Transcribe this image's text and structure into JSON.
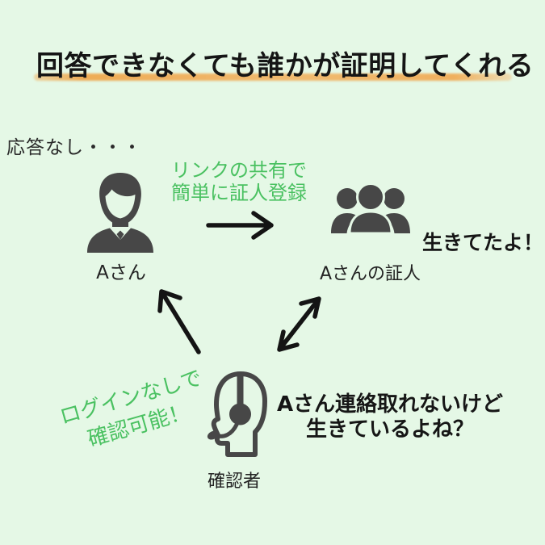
{
  "canvas": {
    "bg": "#e5f8e6",
    "ink": "#141414",
    "accent_green": "#4ac161",
    "icon_gray": "#474747",
    "marker_orange": "#f0a04a"
  },
  "header": {
    "title": "回答できなくても誰かが証明してくれる"
  },
  "diagram": {
    "no_response": "応答なし・・・",
    "person_a": {
      "label": "Aさん"
    },
    "share_note": {
      "line1": "リンクの共有で",
      "line2": "簡単に証人登録"
    },
    "witnesses": {
      "label": "Aさんの証人",
      "shout": "生きてたよ！"
    },
    "login_note": {
      "line1": "ログインなしで",
      "line2": "確認可能！"
    },
    "confirmer": {
      "label": "確認者",
      "question_line1": "Aさん連絡取れないけど",
      "question_line2": "生きているよね？"
    }
  }
}
